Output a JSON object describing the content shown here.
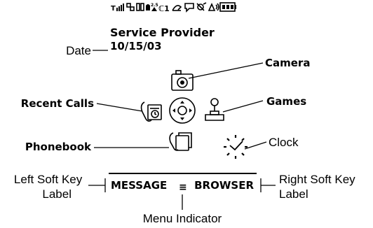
{
  "screen": {
    "provider": "Service Provider",
    "date": "10/15/03",
    "left_soft_key": "MESSAGE",
    "right_soft_key": "BROWSER",
    "menu_indicator_glyph": "≡"
  },
  "status_icons": [
    "signal-strength-icon",
    "gprs-icon",
    "data-icon",
    "network-icon",
    "roaming-icon",
    "line-icon",
    "voice-message-icon",
    "message-icon",
    "ringer-off-icon",
    "sound-icon",
    "battery-icon"
  ],
  "callouts": {
    "date": "Date",
    "camera": "Camera",
    "recent_calls": "Recent Calls",
    "games": "Games",
    "phonebook": "Phonebook",
    "clock": "Clock",
    "left_soft_key_label": [
      "Left Soft Key",
      "Label"
    ],
    "right_soft_key_label": [
      "Right Soft Key",
      "Label"
    ],
    "menu_indicator": "Menu Indicator"
  }
}
